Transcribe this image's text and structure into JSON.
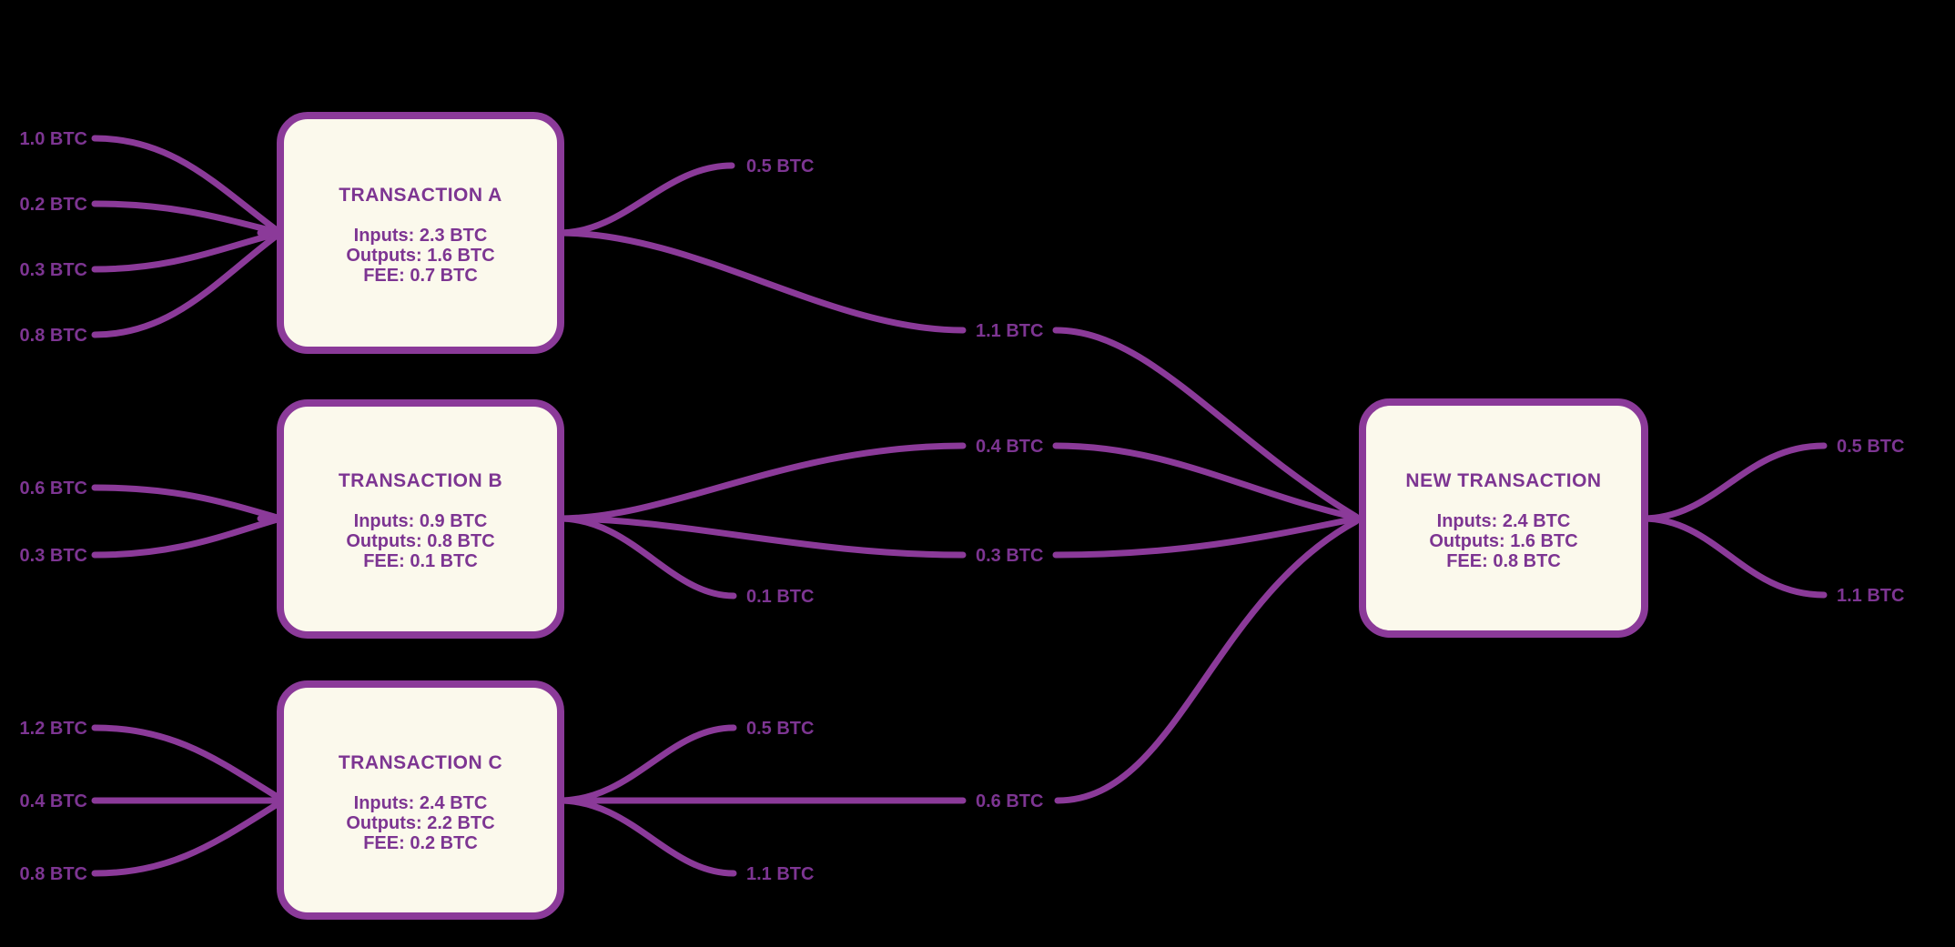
{
  "colors": {
    "background": "#000000",
    "node_fill": "#FBF9EC",
    "node_border": "#8B3A99",
    "edge_line": "#8B3A99",
    "text": "#7D3592"
  },
  "nodes": [
    {
      "title": "TRANSACTION A",
      "stats": [
        "Inputs: 2.3 BTC",
        "Outputs: 1.6 BTC",
        "FEE: 0.7 BTC"
      ]
    },
    {
      "title": "TRANSACTION B",
      "stats": [
        "Inputs: 0.9 BTC",
        "Outputs: 0.8 BTC",
        "FEE: 0.1 BTC"
      ]
    },
    {
      "title": "TRANSACTION C",
      "stats": [
        "Inputs: 2.4 BTC",
        "Outputs: 2.2 BTC",
        "FEE: 0.2 BTC"
      ]
    },
    {
      "title": "NEW TRANSACTION",
      "stats": [
        "Inputs: 2.4 BTC",
        "Outputs: 1.6 BTC",
        "FEE: 0.8 BTC"
      ]
    }
  ],
  "edges": {
    "tx_a": {
      "inputs": [
        "1.0 BTC",
        "0.2 BTC",
        "0.3 BTC",
        "0.8 BTC"
      ],
      "outputs": [
        "0.5 BTC",
        "1.1 BTC"
      ]
    },
    "tx_b": {
      "inputs": [
        "0.6 BTC",
        "0.3 BTC"
      ],
      "outputs": [
        "0.4 BTC",
        "0.3 BTC",
        "0.1 BTC"
      ]
    },
    "tx_c": {
      "inputs": [
        "1.2 BTC",
        "0.4 BTC",
        "0.8 BTC"
      ],
      "outputs": [
        "0.5 BTC",
        "0.6 BTC",
        "1.1 BTC"
      ]
    },
    "new_tx": {
      "outputs": [
        "0.5 BTC",
        "1.1 BTC"
      ]
    }
  }
}
